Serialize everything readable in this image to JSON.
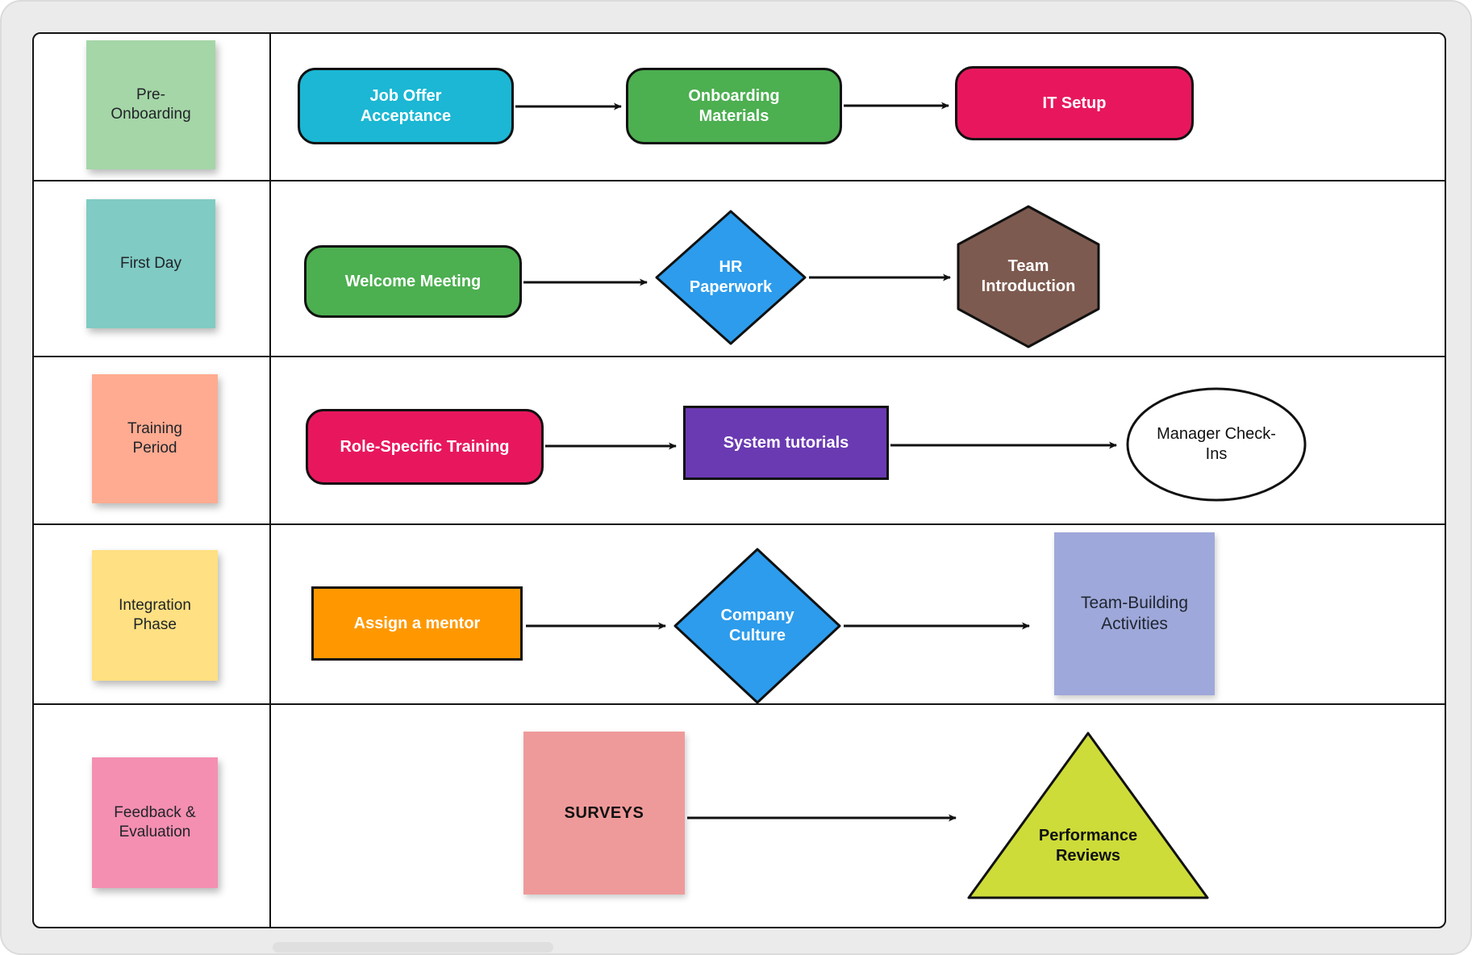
{
  "board": {
    "type": "swimlane-flowchart",
    "lanes": [
      {
        "label": "Pre-Onboarding",
        "sticky_color": "#A5D6A7"
      },
      {
        "label": "First Day",
        "sticky_color": "#80CBC4"
      },
      {
        "label": "Training Period",
        "sticky_color": "#FFAB91"
      },
      {
        "label": "Integration Phase",
        "sticky_color": "#FFE082"
      },
      {
        "label": "Feedback & Evaluation",
        "sticky_color": "#F48FB1"
      }
    ],
    "nodes": {
      "job_offer_acceptance": {
        "label": "Job Offer Acceptance",
        "shape": "rounded-rectangle",
        "color": "#1BB7D4"
      },
      "onboarding_materials": {
        "label": "Onboarding Materials",
        "shape": "rounded-rectangle",
        "color": "#4CAF50"
      },
      "it_setup": {
        "label": "IT Setup",
        "shape": "rounded-rectangle",
        "color": "#E8175D"
      },
      "welcome_meeting": {
        "label": "Welcome Meeting",
        "shape": "rounded-rectangle",
        "color": "#4CAF50"
      },
      "hr_paperwork": {
        "label": "HR Paperwork",
        "shape": "diamond",
        "color": "#2D9CEC"
      },
      "team_introduction": {
        "label": "Team Introduction",
        "shape": "hexagon",
        "color": "#7D5A4F"
      },
      "role_specific_training": {
        "label": "Role-Specific Training",
        "shape": "rounded-rectangle",
        "color": "#E8175D"
      },
      "system_tutorials": {
        "label": "System tutorials",
        "shape": "rectangle",
        "color": "#6A3AB2"
      },
      "manager_check_ins": {
        "label": "Manager Check-Ins",
        "shape": "ellipse",
        "color": "#FFFFFF"
      },
      "assign_a_mentor": {
        "label": "Assign a mentor",
        "shape": "rectangle",
        "color": "#FF9800"
      },
      "company_culture": {
        "label": "Company Culture",
        "shape": "diamond",
        "color": "#2D9CEC"
      },
      "team_building_activities": {
        "label": "Team-Building Activities",
        "shape": "square",
        "color": "#9FA8DA"
      },
      "surveys": {
        "label": "SURVEYS",
        "shape": "square",
        "color": "#EF9A9A"
      },
      "performance_reviews": {
        "label": "Performance Reviews",
        "shape": "triangle",
        "color": "#CDDC39"
      }
    },
    "edges": [
      [
        "job_offer_acceptance",
        "onboarding_materials"
      ],
      [
        "onboarding_materials",
        "it_setup"
      ],
      [
        "welcome_meeting",
        "hr_paperwork"
      ],
      [
        "hr_paperwork",
        "team_introduction"
      ],
      [
        "role_specific_training",
        "system_tutorials"
      ],
      [
        "system_tutorials",
        "manager_check_ins"
      ],
      [
        "assign_a_mentor",
        "company_culture"
      ],
      [
        "company_culture",
        "team_building_activities"
      ],
      [
        "surveys",
        "performance_reviews"
      ]
    ]
  }
}
